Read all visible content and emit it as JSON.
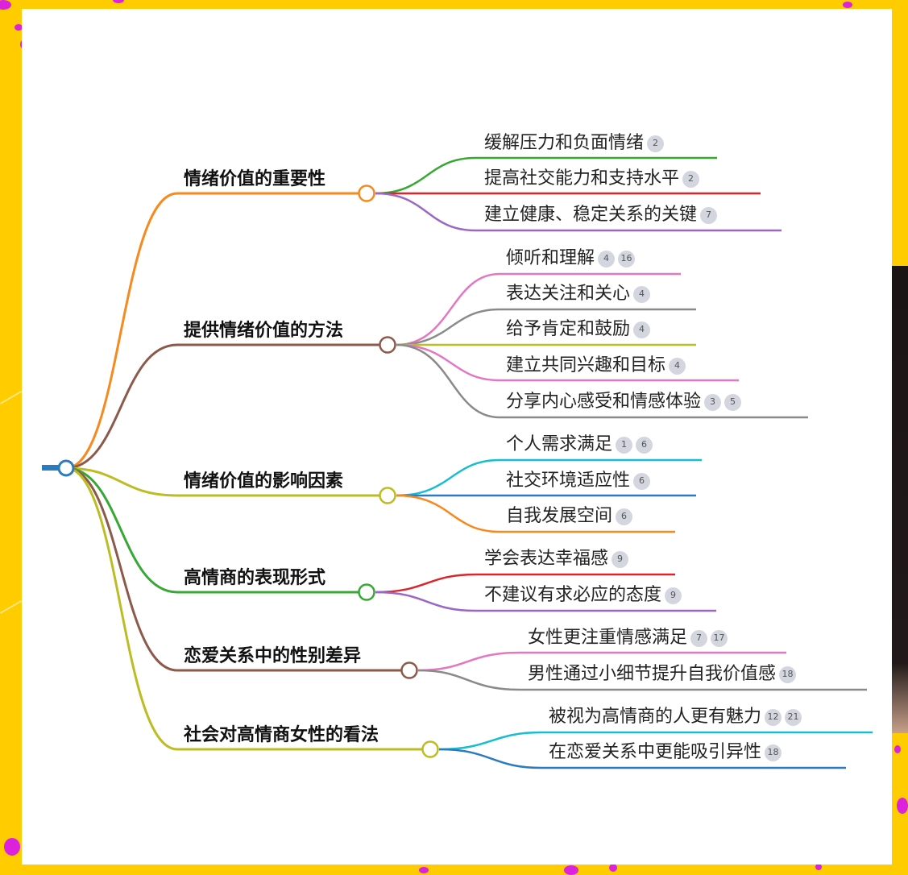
{
  "mindmap": {
    "root": {
      "label": "",
      "color": "#2b7bc0"
    },
    "branches": [
      {
        "label": "情绪价值的重要性",
        "color": "#f68a1e",
        "children": [
          {
            "label": "缓解压力和负面情绪",
            "badges": [
              "2"
            ],
            "color": "#37a833"
          },
          {
            "label": "提高社交能力和支持水平",
            "badges": [
              "2"
            ],
            "color": "#d9262b"
          },
          {
            "label": "建立健康、稳定关系的关键",
            "badges": [
              "7"
            ],
            "color": "#9a67c6"
          }
        ]
      },
      {
        "label": "提供情绪价值的方法",
        "color": "#8c5a4a",
        "children": [
          {
            "label": "倾听和理解",
            "badges": [
              "4",
              "16"
            ],
            "color": "#e377c2"
          },
          {
            "label": "表达关注和关心",
            "badges": [
              "4"
            ],
            "color": "#8a8a8a"
          },
          {
            "label": "给予肯定和鼓励",
            "badges": [
              "4"
            ],
            "color": "#bcbd22"
          },
          {
            "label": "建立共同兴趣和目标",
            "badges": [
              "4"
            ],
            "color": "#e377c2"
          },
          {
            "label": "分享内心感受和情感体验",
            "badges": [
              "3",
              "5"
            ],
            "color": "#8a8a8a"
          }
        ]
      },
      {
        "label": "情绪价值的影响因素",
        "color": "#bcbd22",
        "children": [
          {
            "label": "个人需求满足",
            "badges": [
              "1",
              "6"
            ],
            "color": "#17becf"
          },
          {
            "label": "社交环境适应性",
            "badges": [
              "6"
            ],
            "color": "#2b7bc0"
          },
          {
            "label": "自我发展空间",
            "badges": [
              "6"
            ],
            "color": "#f68a1e"
          }
        ]
      },
      {
        "label": "高情商的表现形式",
        "color": "#37a833",
        "children": [
          {
            "label": "学会表达幸福感",
            "badges": [
              "9"
            ],
            "color": "#d9262b"
          },
          {
            "label": "不建议有求必应的态度",
            "badges": [
              "9"
            ],
            "color": "#9a67c6"
          }
        ]
      },
      {
        "label": "恋爱关系中的性别差异",
        "color": "#8c5a4a",
        "children": [
          {
            "label": "女性更注重情感满足",
            "badges": [
              "7",
              "17"
            ],
            "color": "#e377c2"
          },
          {
            "label": "男性通过小细节提升自我价值感",
            "badges": [
              "18"
            ],
            "color": "#8a8a8a"
          }
        ]
      },
      {
        "label": "社会对高情商女性的看法",
        "color": "#bcbd22",
        "children": [
          {
            "label": "被视为高情商的人更有魅力",
            "badges": [
              "12",
              "21"
            ],
            "color": "#17becf"
          },
          {
            "label": "在恋爱关系中更能吸引异性",
            "badges": [
              "18"
            ],
            "color": "#2b7bc0"
          }
        ]
      }
    ]
  }
}
